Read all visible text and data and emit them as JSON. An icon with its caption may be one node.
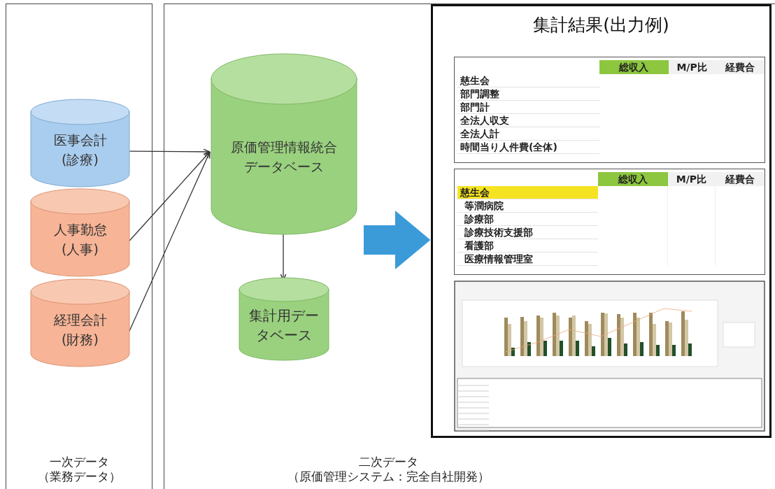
{
  "diagram": {
    "nodes": [
      {
        "text": [
          "一次データ（業務データ）"
        ]
      },
      {
        "text": [
          "二次データ（原価管理システム：完全自社開発）"
        ]
      },
      {
        "text": [
          "医事会計(診療)"
        ],
        "in": 0
      },
      {
        "text": [
          "人事勤怠(人事)"
        ],
        "in": 0
      },
      {
        "text": [
          "経理会計(財務)"
        ],
        "in": 0
      },
      {
        "text": [
          "原価管理情報統合データベース"
        ],
        "in": 1
      },
      {
        "text": [
          "集計用データベース"
        ],
        "in": 1
      },
      {
        "text": [
          "集計結果(出力例)"
        ],
        "in": 1
      },
      {
        "text": [
          "総収入",
          "M/P比",
          "経費合",
          "慈生会",
          "部門調整",
          "部門計",
          "全法人収支",
          "全法人計",
          "時間当り人件費(全体)"
        ],
        "in": 7
      },
      {
        "text": [
          "総収入",
          "M/P比",
          "経費合",
          "慈生会",
          "等潤病院",
          "診療部",
          "診療技術支援部",
          "看護部",
          "医療情報管理室"
        ],
        "in": 7
      }
    ],
    "edges": [
      {
        "from": 2,
        "to": 5,
        "arrow": "to"
      },
      {
        "from": 3,
        "to": 5,
        "arrow": "to"
      },
      {
        "from": 4,
        "to": 5,
        "arrow": "to"
      },
      {
        "from": 5,
        "to": 6,
        "arrow": "to"
      },
      {
        "from": null,
        "to": 7,
        "arrow": "to",
        "style": "thick",
        "color": "#3b9bd9"
      }
    ]
  }
}
